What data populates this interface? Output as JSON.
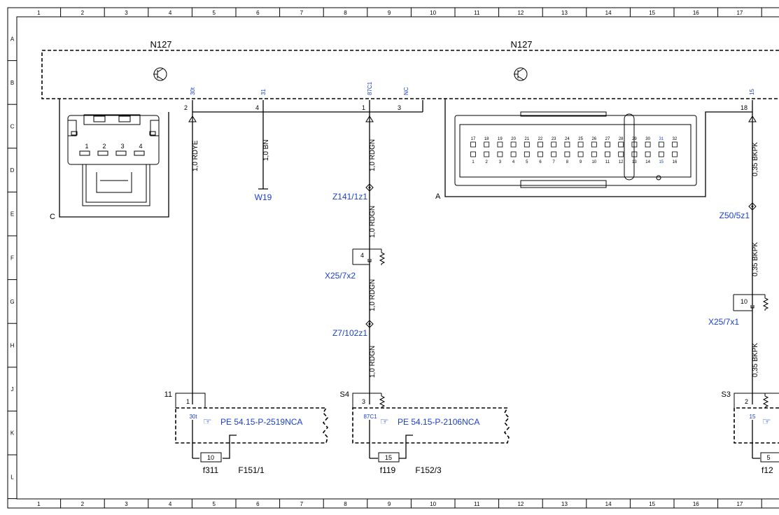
{
  "frame": {
    "columns": [
      "1",
      "2",
      "3",
      "4",
      "5",
      "6",
      "7",
      "8",
      "9",
      "10",
      "11",
      "12",
      "13",
      "14",
      "15",
      "16",
      "17"
    ],
    "rows": [
      "A",
      "B",
      "C",
      "D",
      "E",
      "F",
      "G",
      "H",
      "J",
      "K",
      "L"
    ]
  },
  "components": {
    "n127_left": "N127",
    "n127_right": "N127",
    "conn_c": "C",
    "conn_a": "A",
    "conn_c_pins": [
      "1",
      "2",
      "3",
      "4"
    ],
    "conn_a_top_pins": [
      "17",
      "18",
      "19",
      "20",
      "21",
      "22",
      "23",
      "24",
      "25",
      "26",
      "27",
      "28",
      "29",
      "30",
      "31",
      "32"
    ],
    "conn_a_bottom_pins": [
      "1",
      "2",
      "3",
      "4",
      "5",
      "6",
      "7",
      "8",
      "9",
      "10",
      "11",
      "12",
      "13",
      "14",
      "15",
      "16"
    ]
  },
  "pins": {
    "p30t": {
      "num": "2",
      "func": "30t"
    },
    "p31": {
      "num": "4",
      "func": "31"
    },
    "p87c1": {
      "num": "1",
      "func": "87C1"
    },
    "pnc": {
      "num": "3",
      "func": "NC"
    },
    "p15": {
      "num": "18",
      "func": "15"
    }
  },
  "wires": {
    "w1": "1,0 RDYE",
    "w2": "1,0 BN",
    "w3a": "1,0 RDGN",
    "w3b": "1,0 RDGN",
    "w3c": "1,0 RDGN",
    "w3d": "1,0 RDGN",
    "w4a": "0,35 BKPK",
    "w4b": "0,35 BKPK",
    "w4c": "0,35 BKPK"
  },
  "links": {
    "w19": "W19",
    "z141": "Z141/1z1",
    "x25_7x2": "X25/7x2",
    "z7": "Z7/102z1",
    "z50": "Z50/5z1",
    "x25_7x1": "X25/7x1",
    "pe_2519": "PE 54.15-P-2519NCA",
    "pe_2106": "PE 54.15-P-2106NCA"
  },
  "connectors": {
    "x25_7x2_pin": "4",
    "x25_7x1_pin": "10"
  },
  "bottom": {
    "b1": {
      "label": "11",
      "pin": "1",
      "func": "30t",
      "fuse_num": "10",
      "fuse": "f311",
      "name": "F151/1"
    },
    "b2": {
      "label": "S4",
      "pin": "3",
      "func": "87C1",
      "fuse_num": "15",
      "fuse": "f119",
      "name": "F152/3"
    },
    "b3": {
      "label": "S3",
      "pin": "2",
      "func": "15",
      "fuse_num": "5",
      "fuse": "f12"
    }
  }
}
